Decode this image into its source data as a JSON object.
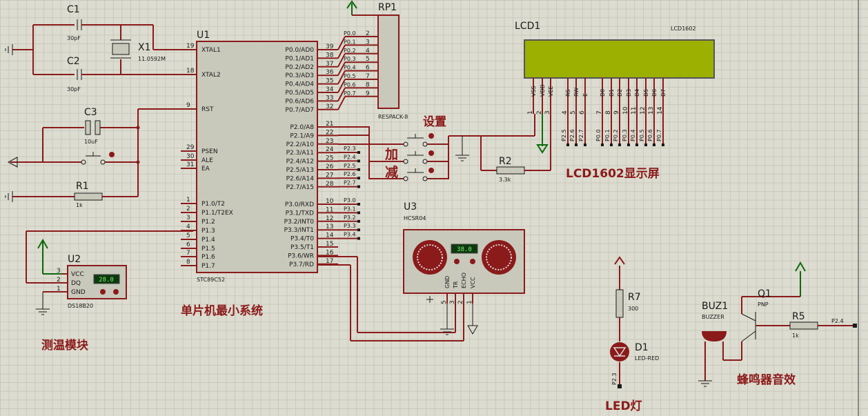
{
  "u1": {
    "ref": "U1",
    "part": "STC89C52",
    "left_pins": [
      {
        "num": "19",
        "name": "XTAL1"
      },
      {
        "num": "18",
        "name": "XTAL2"
      },
      {
        "num": "9",
        "name": "RST"
      },
      {
        "num": "29",
        "name": "PSEN"
      },
      {
        "num": "30",
        "name": "ALE"
      },
      {
        "num": "31",
        "name": "EA"
      },
      {
        "num": "1",
        "name": "P1.0/T2"
      },
      {
        "num": "2",
        "name": "P1.1/T2EX"
      },
      {
        "num": "3",
        "name": "P1.2"
      },
      {
        "num": "4",
        "name": "P1.3"
      },
      {
        "num": "5",
        "name": "P1.4"
      },
      {
        "num": "6",
        "name": "P1.5"
      },
      {
        "num": "7",
        "name": "P1.6"
      },
      {
        "num": "8",
        "name": "P1.7"
      }
    ],
    "right_p0": [
      {
        "num": "39",
        "name": "P0.0/AD0"
      },
      {
        "num": "38",
        "name": "P0.1/AD1"
      },
      {
        "num": "37",
        "name": "P0.2/AD2"
      },
      {
        "num": "36",
        "name": "P0.3/AD3"
      },
      {
        "num": "35",
        "name": "P0.4/AD4"
      },
      {
        "num": "34",
        "name": "P0.5/AD5"
      },
      {
        "num": "33",
        "name": "P0.6/AD6"
      },
      {
        "num": "32",
        "name": "P0.7/AD7"
      }
    ],
    "right_p2": [
      {
        "num": "21",
        "name": "P2.0/A8"
      },
      {
        "num": "22",
        "name": "P2.1/A9"
      },
      {
        "num": "23",
        "name": "P2.2/A10"
      },
      {
        "num": "24",
        "name": "P2.3/A11"
      },
      {
        "num": "25",
        "name": "P2.4/A12"
      },
      {
        "num": "26",
        "name": "P2.5/A13"
      },
      {
        "num": "27",
        "name": "P2.6/A14"
      },
      {
        "num": "28",
        "name": "P2.7/A15"
      }
    ],
    "right_p3": [
      {
        "num": "10",
        "name": "P3.0/RXD"
      },
      {
        "num": "11",
        "name": "P3.1/TXD"
      },
      {
        "num": "12",
        "name": "P3.2/INT0"
      },
      {
        "num": "13",
        "name": "P3.3/INT1"
      },
      {
        "num": "14",
        "name": "P3.4/T0"
      },
      {
        "num": "15",
        "name": "P3.5/T1"
      },
      {
        "num": "16",
        "name": "P3.6/WR"
      },
      {
        "num": "17",
        "name": "P3.7/RD"
      }
    ],
    "p2_labels": [
      "P2.3",
      "P2.4",
      "P2.5",
      "P2.6",
      "P2.7"
    ],
    "p3_labels": [
      "P3.0",
      "P3.1",
      "P3.2",
      "P3.3",
      "P3.4"
    ]
  },
  "rp1": {
    "ref": "RP1",
    "part": "RESPACK-8",
    "nets": [
      "P0.0",
      "P0.1",
      "P0.2",
      "P0.3",
      "P0.4",
      "P0.5",
      "P0.6",
      "P0.7"
    ],
    "pins": [
      "2",
      "3",
      "4",
      "5",
      "6",
      "7",
      "8",
      "9"
    ]
  },
  "lcd": {
    "ref": "LCD1",
    "part": "LCD1602",
    "color": "#9bb000",
    "pins": [
      "VSS",
      "VDD",
      "VEE",
      "RS",
      "RW",
      "E",
      "D0",
      "D1",
      "D2",
      "D3",
      "D4",
      "D5",
      "D6",
      "D7"
    ],
    "nums": [
      "1",
      "2",
      "3",
      "4",
      "5",
      "6",
      "7",
      "8",
      "9",
      "10",
      "11",
      "12",
      "13",
      "14"
    ],
    "nets": [
      "P2.5",
      "P2.6",
      "P2.7",
      "P0.0",
      "P0.1",
      "P0.2",
      "P0.3",
      "P0.4",
      "P0.5",
      "P0.6",
      "P0.7"
    ]
  },
  "parts": {
    "c1": {
      "ref": "C1",
      "value": "30pF"
    },
    "c2": {
      "ref": "C2",
      "value": "30pF"
    },
    "x1": {
      "ref": "X1",
      "value": "11.0592M"
    },
    "c3": {
      "ref": "C3",
      "value": "10uF"
    },
    "r1": {
      "ref": "R1",
      "value": "1k"
    },
    "r2": {
      "ref": "R2",
      "value": "3.3k"
    },
    "r7": {
      "ref": "R7",
      "value": "300"
    },
    "r5": {
      "ref": "R5",
      "value": "1k"
    },
    "d1": {
      "ref": "D1",
      "value": "LED-RED"
    },
    "q1": {
      "ref": "Q1",
      "value": "PNP"
    },
    "buz": {
      "ref": "BUZ1",
      "value": "BUZZER"
    },
    "u2": {
      "ref": "U2",
      "part": "DS18B20",
      "reading": "28.0",
      "pins": [
        "VCC",
        "DQ",
        "GND"
      ],
      "nums": [
        "3",
        "2",
        "1"
      ]
    },
    "u3": {
      "ref": "U3",
      "part": "HCSR04",
      "reading": "38.0",
      "pins": [
        "GND",
        "TR",
        "ECHO",
        "VCC"
      ],
      "nums": [
        "5",
        "3",
        "2",
        "1"
      ]
    }
  },
  "nets": {
    "p23": "P2.3",
    "p24": "P2.4"
  },
  "labels": {
    "set": "设置",
    "add": "加",
    "sub": "减",
    "lcd_title": "LCD1602显示屏",
    "mcu_title": "单片机最小系统",
    "temp_title": "测温模块",
    "led_title": "LED灯",
    "buzzer_title": "蜂鸣器音效"
  },
  "colors": {
    "wire": "#8b1a1a",
    "power": "#0c6a0c",
    "lcd": "#9bb000",
    "label": "#8b1a1a"
  }
}
